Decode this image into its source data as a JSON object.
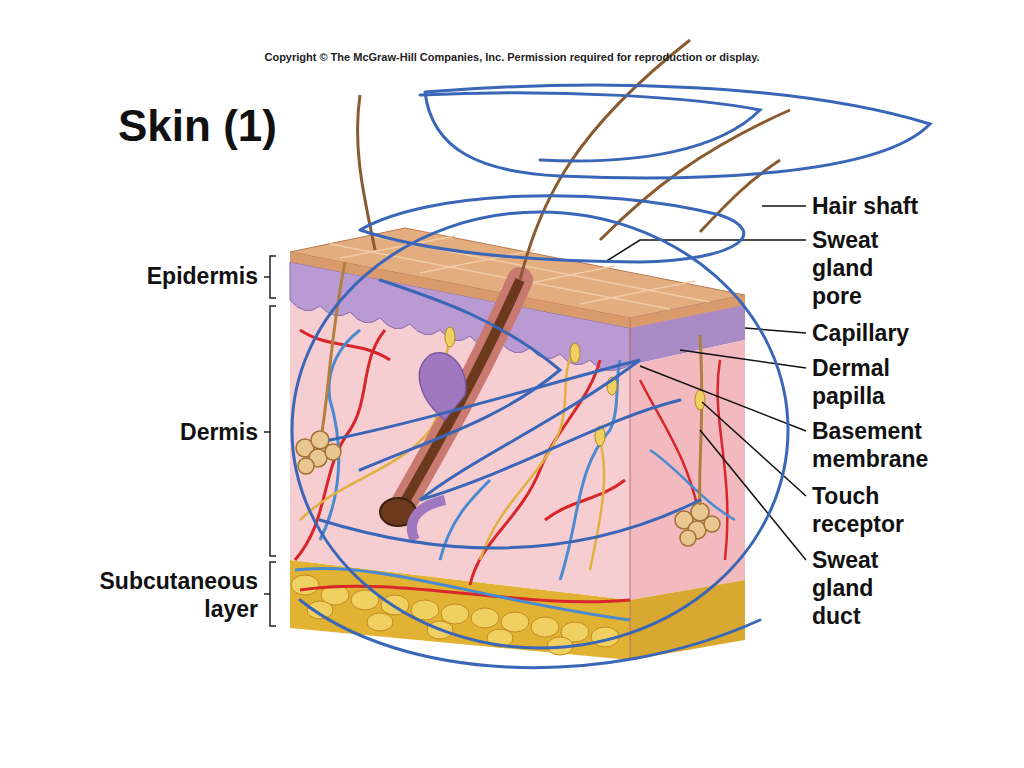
{
  "diagram": {
    "title": "Skin (1)",
    "labels": [
      "Copyright © The McGraw-Hill Companies, Inc. Permission required for reproduction or display.",
      "Epidermis",
      "Dermis",
      "Subcutaneous layer",
      "Hair shaft",
      "Sweat gland pore",
      "Capillary",
      "Dermal papilla",
      "Basement membrane",
      "Touch receptor",
      "Sweat gland duct"
    ]
  }
}
